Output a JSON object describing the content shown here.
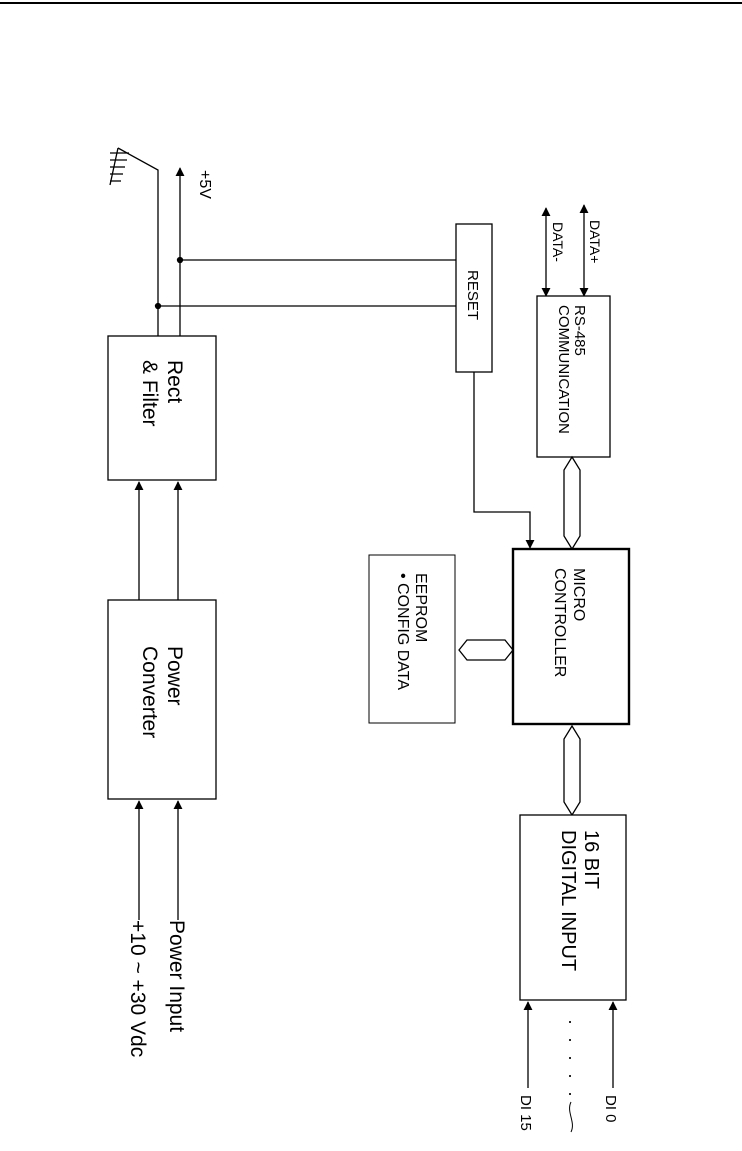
{
  "blocks": {
    "rect_filter": [
      "Rect",
      "& Filter"
    ],
    "power_converter": [
      "Power",
      "Converter"
    ],
    "reset": "RESET",
    "rs485": [
      "RS-485",
      "COMMUNICATION"
    ],
    "micro_controller": [
      "MICRO",
      "CONTROLLER"
    ],
    "eeprom": [
      "EEPROM",
      "• CONFIG DATA"
    ],
    "digital_input": [
      "16 BIT",
      "DIGITAL INPUT"
    ]
  },
  "labels": {
    "supply": "+5V",
    "data_plus": "DATA+",
    "data_minus": "DATA-",
    "power_input": "Power Input",
    "voltage_range": "+10 ~ +30 Vdc",
    "di_first": "DI 0",
    "di_last": "DI 15",
    "di_dots": ". . . . ."
  }
}
